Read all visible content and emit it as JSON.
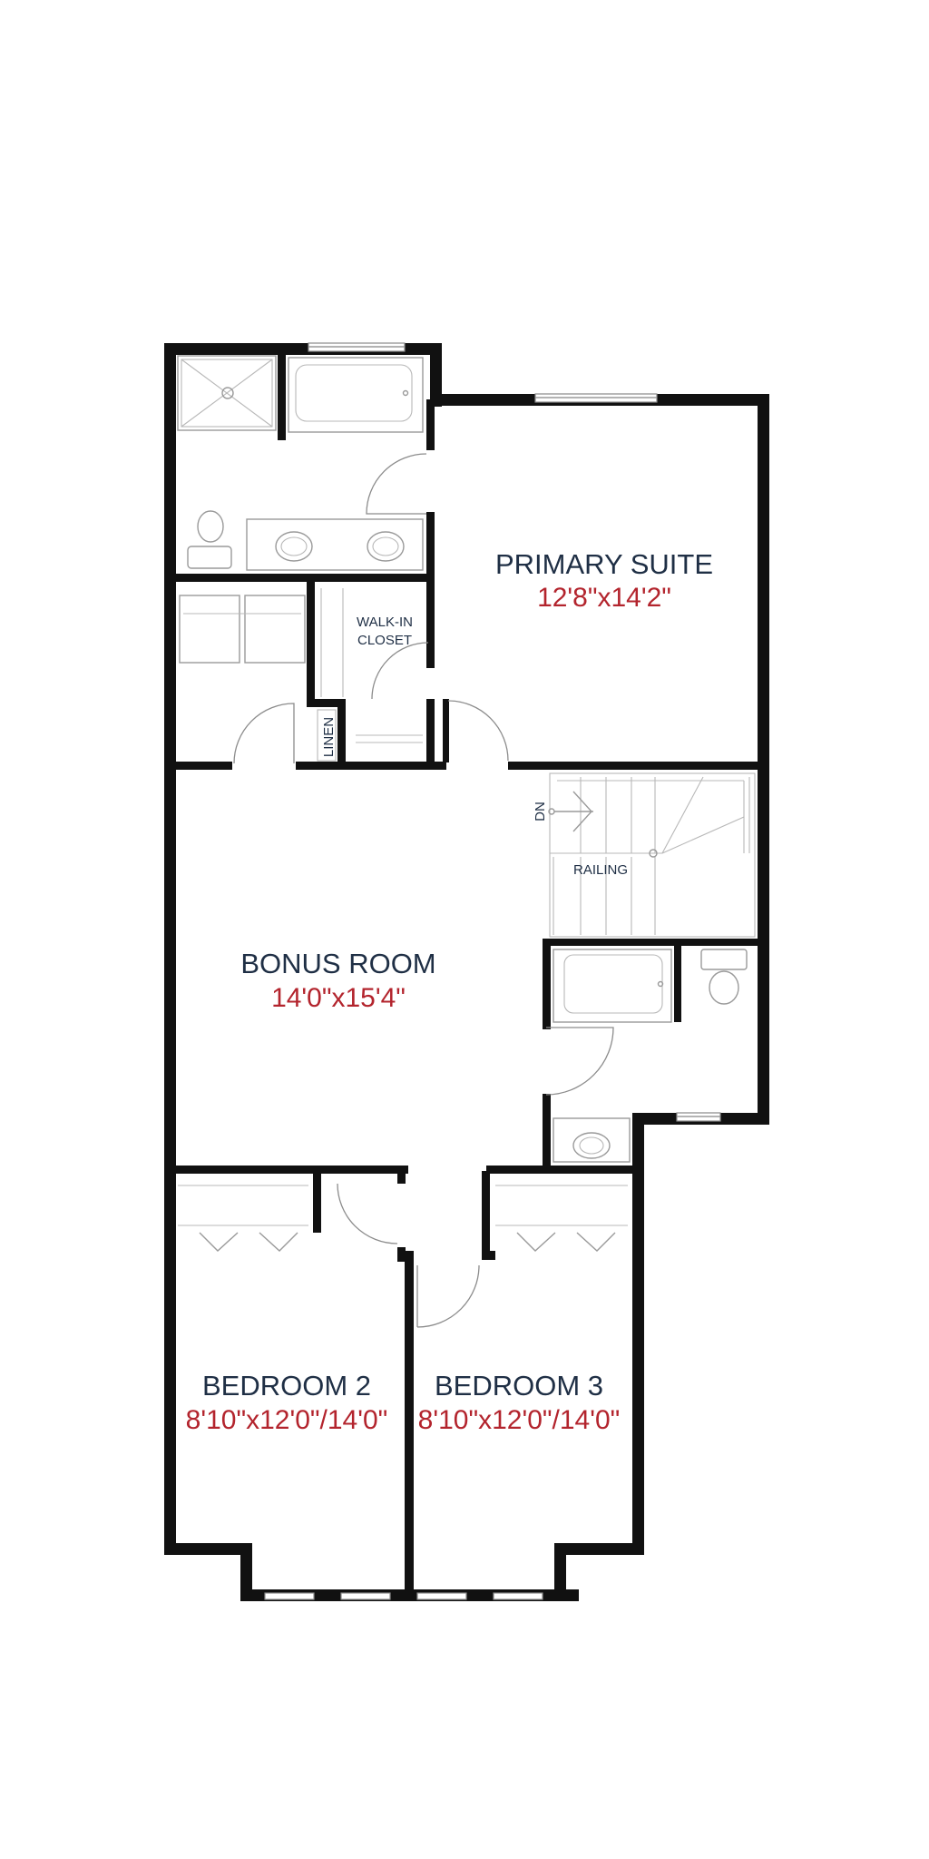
{
  "rooms": {
    "primary_suite": {
      "name": "PRIMARY SUITE",
      "dims": "12'8\"x14'2\""
    },
    "bonus_room": {
      "name": "BONUS ROOM",
      "dims": "14'0\"x15'4\""
    },
    "bedroom_2": {
      "name": "BEDROOM 2",
      "dims": "8'10\"x12'0\"/14'0\""
    },
    "bedroom_3": {
      "name": "BEDROOM 3",
      "dims": "8'10\"x12'0\"/14'0\""
    }
  },
  "labels": {
    "walk_in_line1": "WALK-IN",
    "walk_in_line2": "CLOSET",
    "linen": "LINEN",
    "dn": "DN",
    "railing": "RAILING"
  },
  "colors": {
    "wall": "#111111",
    "room_name": "#1f2f45",
    "room_dims": "#b3242d"
  }
}
